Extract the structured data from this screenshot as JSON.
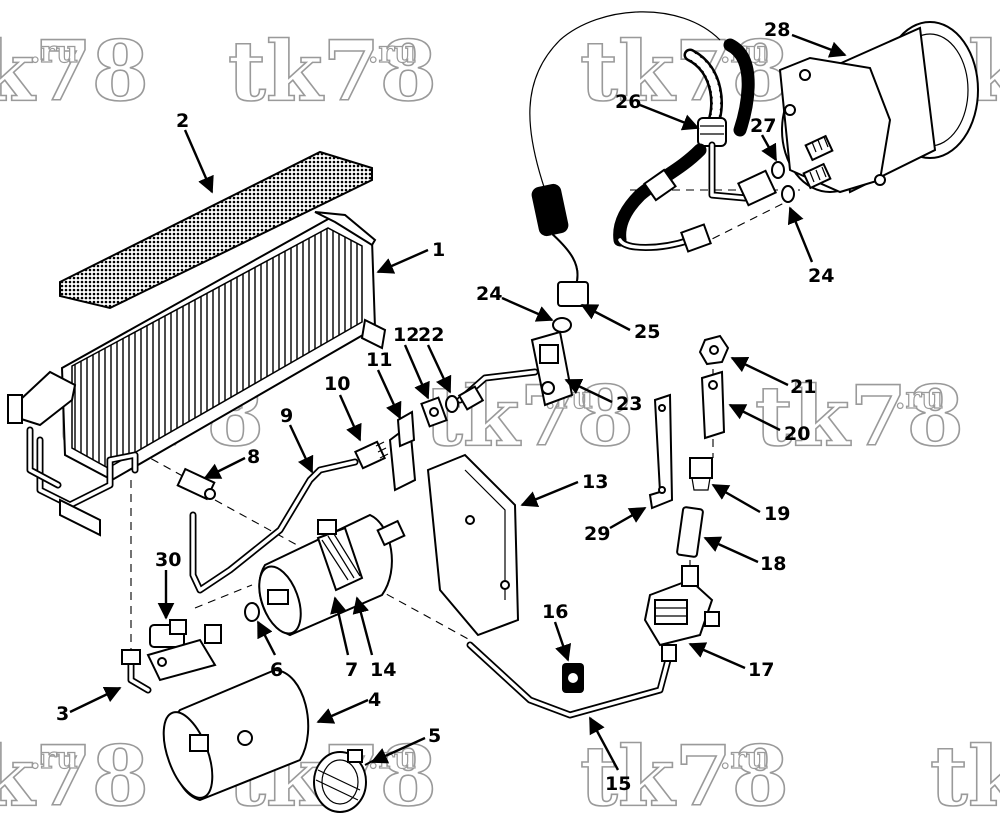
{
  "watermark": {
    "main": "tk78",
    "suffix": ".ru"
  },
  "callouts": {
    "c1": "1",
    "c2": "2",
    "c3": "3",
    "c4": "4",
    "c5": "5",
    "c6": "6",
    "c7": "7",
    "c8": "8",
    "c9": "9",
    "c10": "10",
    "c11": "11",
    "c12": "12",
    "c13": "13",
    "c14": "14",
    "c15": "15",
    "c16": "16",
    "c17": "17",
    "c18": "18",
    "c19": "19",
    "c20": "20",
    "c21": "21",
    "c22": "22",
    "c23": "23",
    "c24a": "24",
    "c24b": "24",
    "c25": "25",
    "c26": "26",
    "c27": "27",
    "c28": "28",
    "c29": "29",
    "c30": "30"
  },
  "colors": {
    "ink": "#000000",
    "paper": "#ffffff",
    "watermark": "#9a9a9a"
  }
}
